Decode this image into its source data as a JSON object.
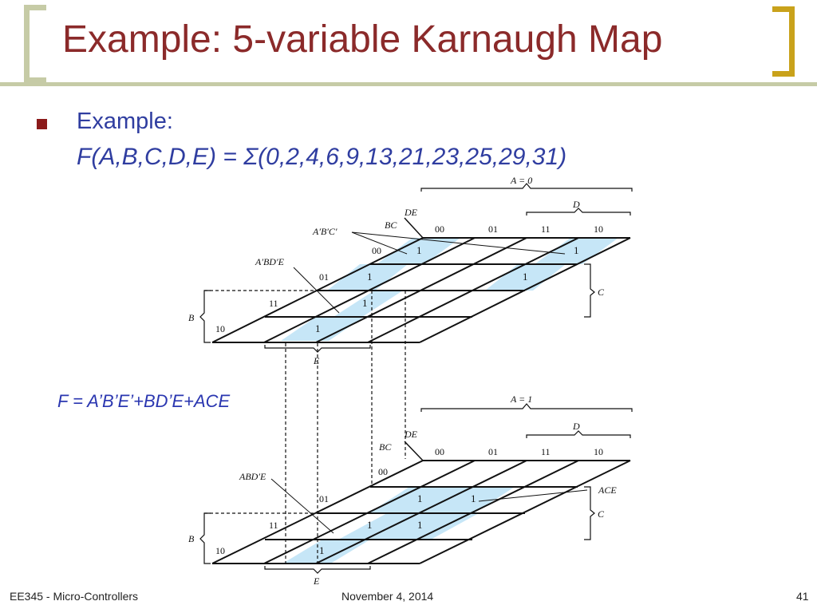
{
  "slide": {
    "title": "Example: 5-variable Karnaugh Map",
    "bullet": "Example:",
    "function": "F(A,B,C,D,E) = Σ(0,2,4,6,9,13,21,23,25,29,31)",
    "simplified": "F = A’B’E’+BD’E+ACE"
  },
  "kmap_top": {
    "a_label": "A = 0",
    "d_label": "D",
    "c_label": "C",
    "b_label": "B",
    "e_label": "E",
    "de_label": "DE",
    "bc_label": "BC",
    "col_labels": [
      "00",
      "01",
      "11",
      "10"
    ],
    "row_labels": [
      "00",
      "01",
      "11",
      "10"
    ],
    "cell_value": "1",
    "callout_1": "A′B′C′",
    "callout_2": "A′BD′E"
  },
  "kmap_bottom": {
    "a_label": "A = 1",
    "d_label": "D",
    "c_label": "C",
    "b_label": "B",
    "e_label": "E",
    "de_label": "DE",
    "bc_label": "BC",
    "col_labels": [
      "00",
      "01",
      "11",
      "10"
    ],
    "row_labels": [
      "00",
      "01",
      "11",
      "10"
    ],
    "cell_value": "1",
    "callout_1": "ABD′E",
    "callout_2": "ACE"
  },
  "footer": {
    "left": "EE345 - Micro-Controllers",
    "center": "November 4, 2014",
    "page": "41"
  },
  "colors": {
    "title": "#8b2a2a",
    "text": "#2f3da0",
    "highlight": "#c6e6f7",
    "bracket_left": "#c6cba6",
    "bracket_right": "#c9a21b"
  }
}
